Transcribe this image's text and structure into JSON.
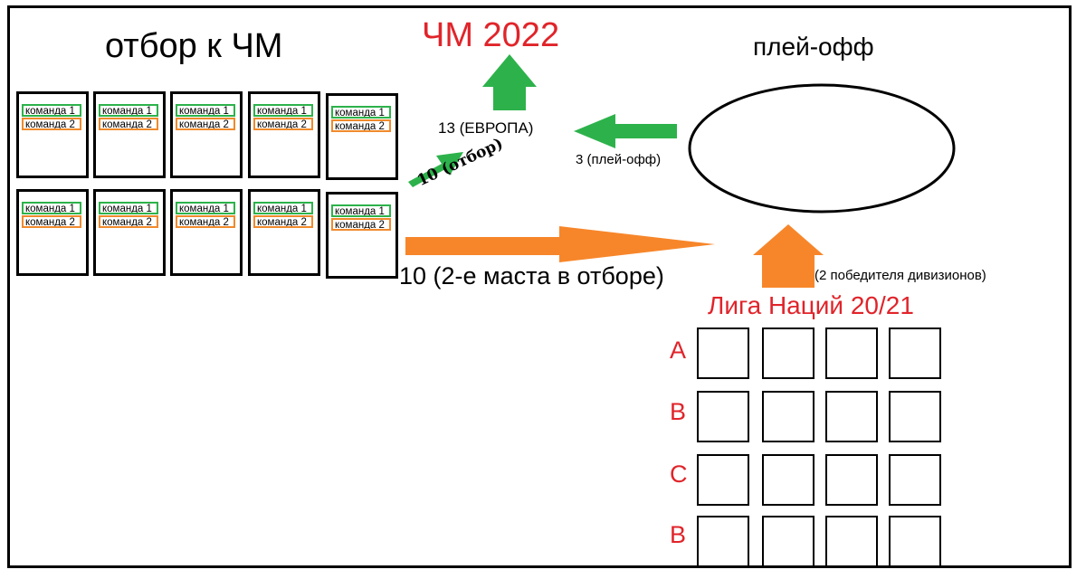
{
  "titles": {
    "qualification": "отбор к ЧМ",
    "world_cup": "ЧМ 2022",
    "playoff": "плей-офф",
    "nations_league": "Лига Наций 20/21"
  },
  "labels": {
    "europe": "13 (ЕВРОПА)",
    "playoff_three": "3 (плей-офф)",
    "qualification_ten": "10 (отбор)",
    "second_places": "10 (2-е маста в отборе)",
    "division_winners": "(2 победителя дивизионов)"
  },
  "qualification_groups": [
    {
      "team1": "команда 1",
      "team2": "команда 2"
    },
    {
      "team1": "команда 1",
      "team2": "команда 2"
    },
    {
      "team1": "команда 1",
      "team2": "команда 2"
    },
    {
      "team1": "команда 1",
      "team2": "команда 2"
    },
    {
      "team1": "команда 1",
      "team2": "команда 2"
    },
    {
      "team1": "команда 1",
      "team2": "команда 2"
    },
    {
      "team1": "команда 1",
      "team2": "команда 2"
    },
    {
      "team1": "команда 1",
      "team2": "команда 2"
    },
    {
      "team1": "команда 1",
      "team2": "команда 2"
    },
    {
      "team1": "команда 1",
      "team2": "команда 2"
    }
  ],
  "nations_league_rows": [
    "A",
    "B",
    "C",
    "B"
  ],
  "colors": {
    "green_arrow": "#2db24b",
    "orange_arrow": "#f7862a",
    "red_title": "#e0242a",
    "team1_border": "#2db24b",
    "team2_border": "#f08a2c"
  }
}
